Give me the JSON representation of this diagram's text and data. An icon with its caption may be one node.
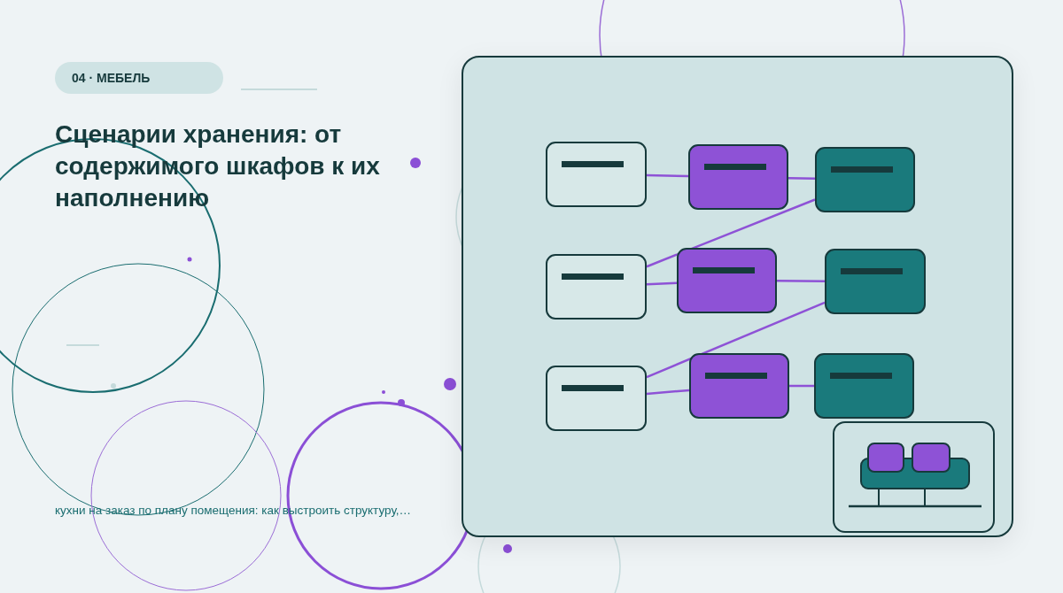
{
  "diagram": {
    "title": "Сценарии хранения: от содержимого шкафов к их наполнению",
    "nodes": [
      {
        "text": [],
        "shape": "box"
      },
      {
        "text": [],
        "shape": "box"
      },
      {
        "text": [],
        "shape": "box"
      },
      {
        "text": [],
        "shape": "box"
      },
      {
        "text": [],
        "shape": "box"
      },
      {
        "text": [],
        "shape": "box"
      },
      {
        "text": [],
        "shape": "box"
      },
      {
        "text": [],
        "shape": "box"
      },
      {
        "text": [],
        "shape": "box"
      }
    ],
    "edges": [
      {
        "from": 0,
        "to": 1,
        "arrow": "none"
      },
      {
        "from": 1,
        "to": 2,
        "arrow": "none"
      },
      {
        "from": 2,
        "to": 3,
        "arrow": "none"
      },
      {
        "from": 3,
        "to": 4,
        "arrow": "none"
      },
      {
        "from": 4,
        "to": 5,
        "arrow": "none"
      },
      {
        "from": 5,
        "to": 6,
        "arrow": "none"
      },
      {
        "from": 6,
        "to": 7,
        "arrow": "none"
      },
      {
        "from": 7,
        "to": 8,
        "arrow": "none"
      }
    ],
    "labels": [
      "04 · МЕБЕЛЬ",
      "кухни на заказ по плану помещения: как выстроить структуру,…"
    ]
  }
}
